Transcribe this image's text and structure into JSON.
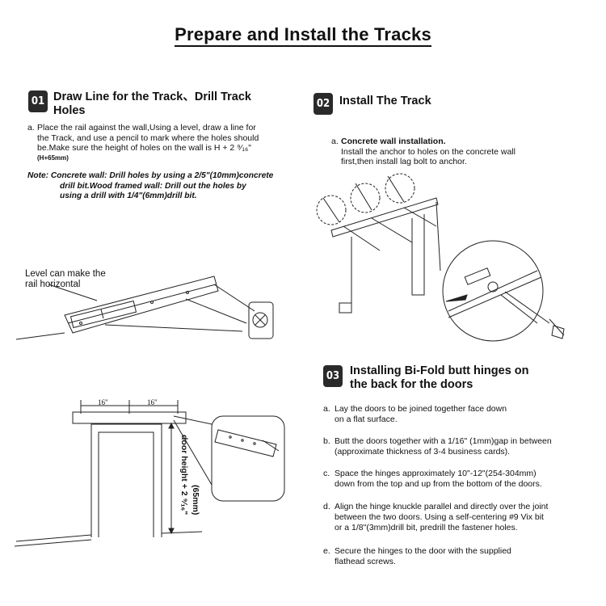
{
  "title": "Prepare and Install the Tracks",
  "step1": {
    "number": "01",
    "title_line1": "Draw Line for the Track、Drill Track",
    "title_line2": "Holes",
    "a_label": "a.",
    "a_line1": "Place the rail against the wall,Using a level, draw a line for",
    "a_line2": "the Track, and use a pencil to mark where the holes should",
    "a_line3": "be.Make sure the height of holes on the wall is H + 2 ⁹⁄₁₆\"",
    "a_line4": "(H+65mm)",
    "note_label": "Note:",
    "note_line1": "Concrete wall: Drill holes by using a 2/5\"(10mm)concrete",
    "note_line2": "drill bit.Wood framed wall: Drill out the holes by",
    "note_line3": "using a drill with 1/4\"(6mm)drill bit.",
    "fig_label_line1": "Level can make the",
    "fig_label_line2": "rail horizontal",
    "dim_a": "16\"",
    "dim_b": "16\"",
    "door_height_text": "door height + 2 ⁹⁄₁₆\"",
    "door_height_mm": "(65mm)"
  },
  "step2": {
    "number": "02",
    "title": "Install The Track",
    "a_label": "a.",
    "a_title": "Concrete wall installation.",
    "a_line1": "Install the anchor to holes on the concrete wall",
    "a_line2": "first,then install lag bolt to anchor."
  },
  "step3": {
    "number": "03",
    "title_line1": "Installing Bi-Fold butt hinges on",
    "title_line2": "the back for the doors",
    "items": [
      {
        "label": "a.",
        "line1": "Lay the doors to be joined together face down",
        "line2": "on a flat surface."
      },
      {
        "label": "b.",
        "line1": "Butt the doors together with a  1/16\"  (1mm)gap in between",
        "line2": "(approximate thickness of 3-4 business cards)."
      },
      {
        "label": "c.",
        "line1": "Space the hinges approximately 10\"-12\"(254-304mm)",
        "line2": "down from the top and up from the bottom of the doors."
      },
      {
        "label": "d.",
        "line1": "Align the hinge knuckle parallel and directly over the joint",
        "line2": "between the two doors. Using a self-centering #9 Vix bit",
        "line3": "or a 1/8\"(3mm)drill bit, predrill the fastener holes."
      },
      {
        "label": "e.",
        "line1": "Secure the hinges to the door with the supplied",
        "line2": "flathead screws."
      }
    ]
  }
}
